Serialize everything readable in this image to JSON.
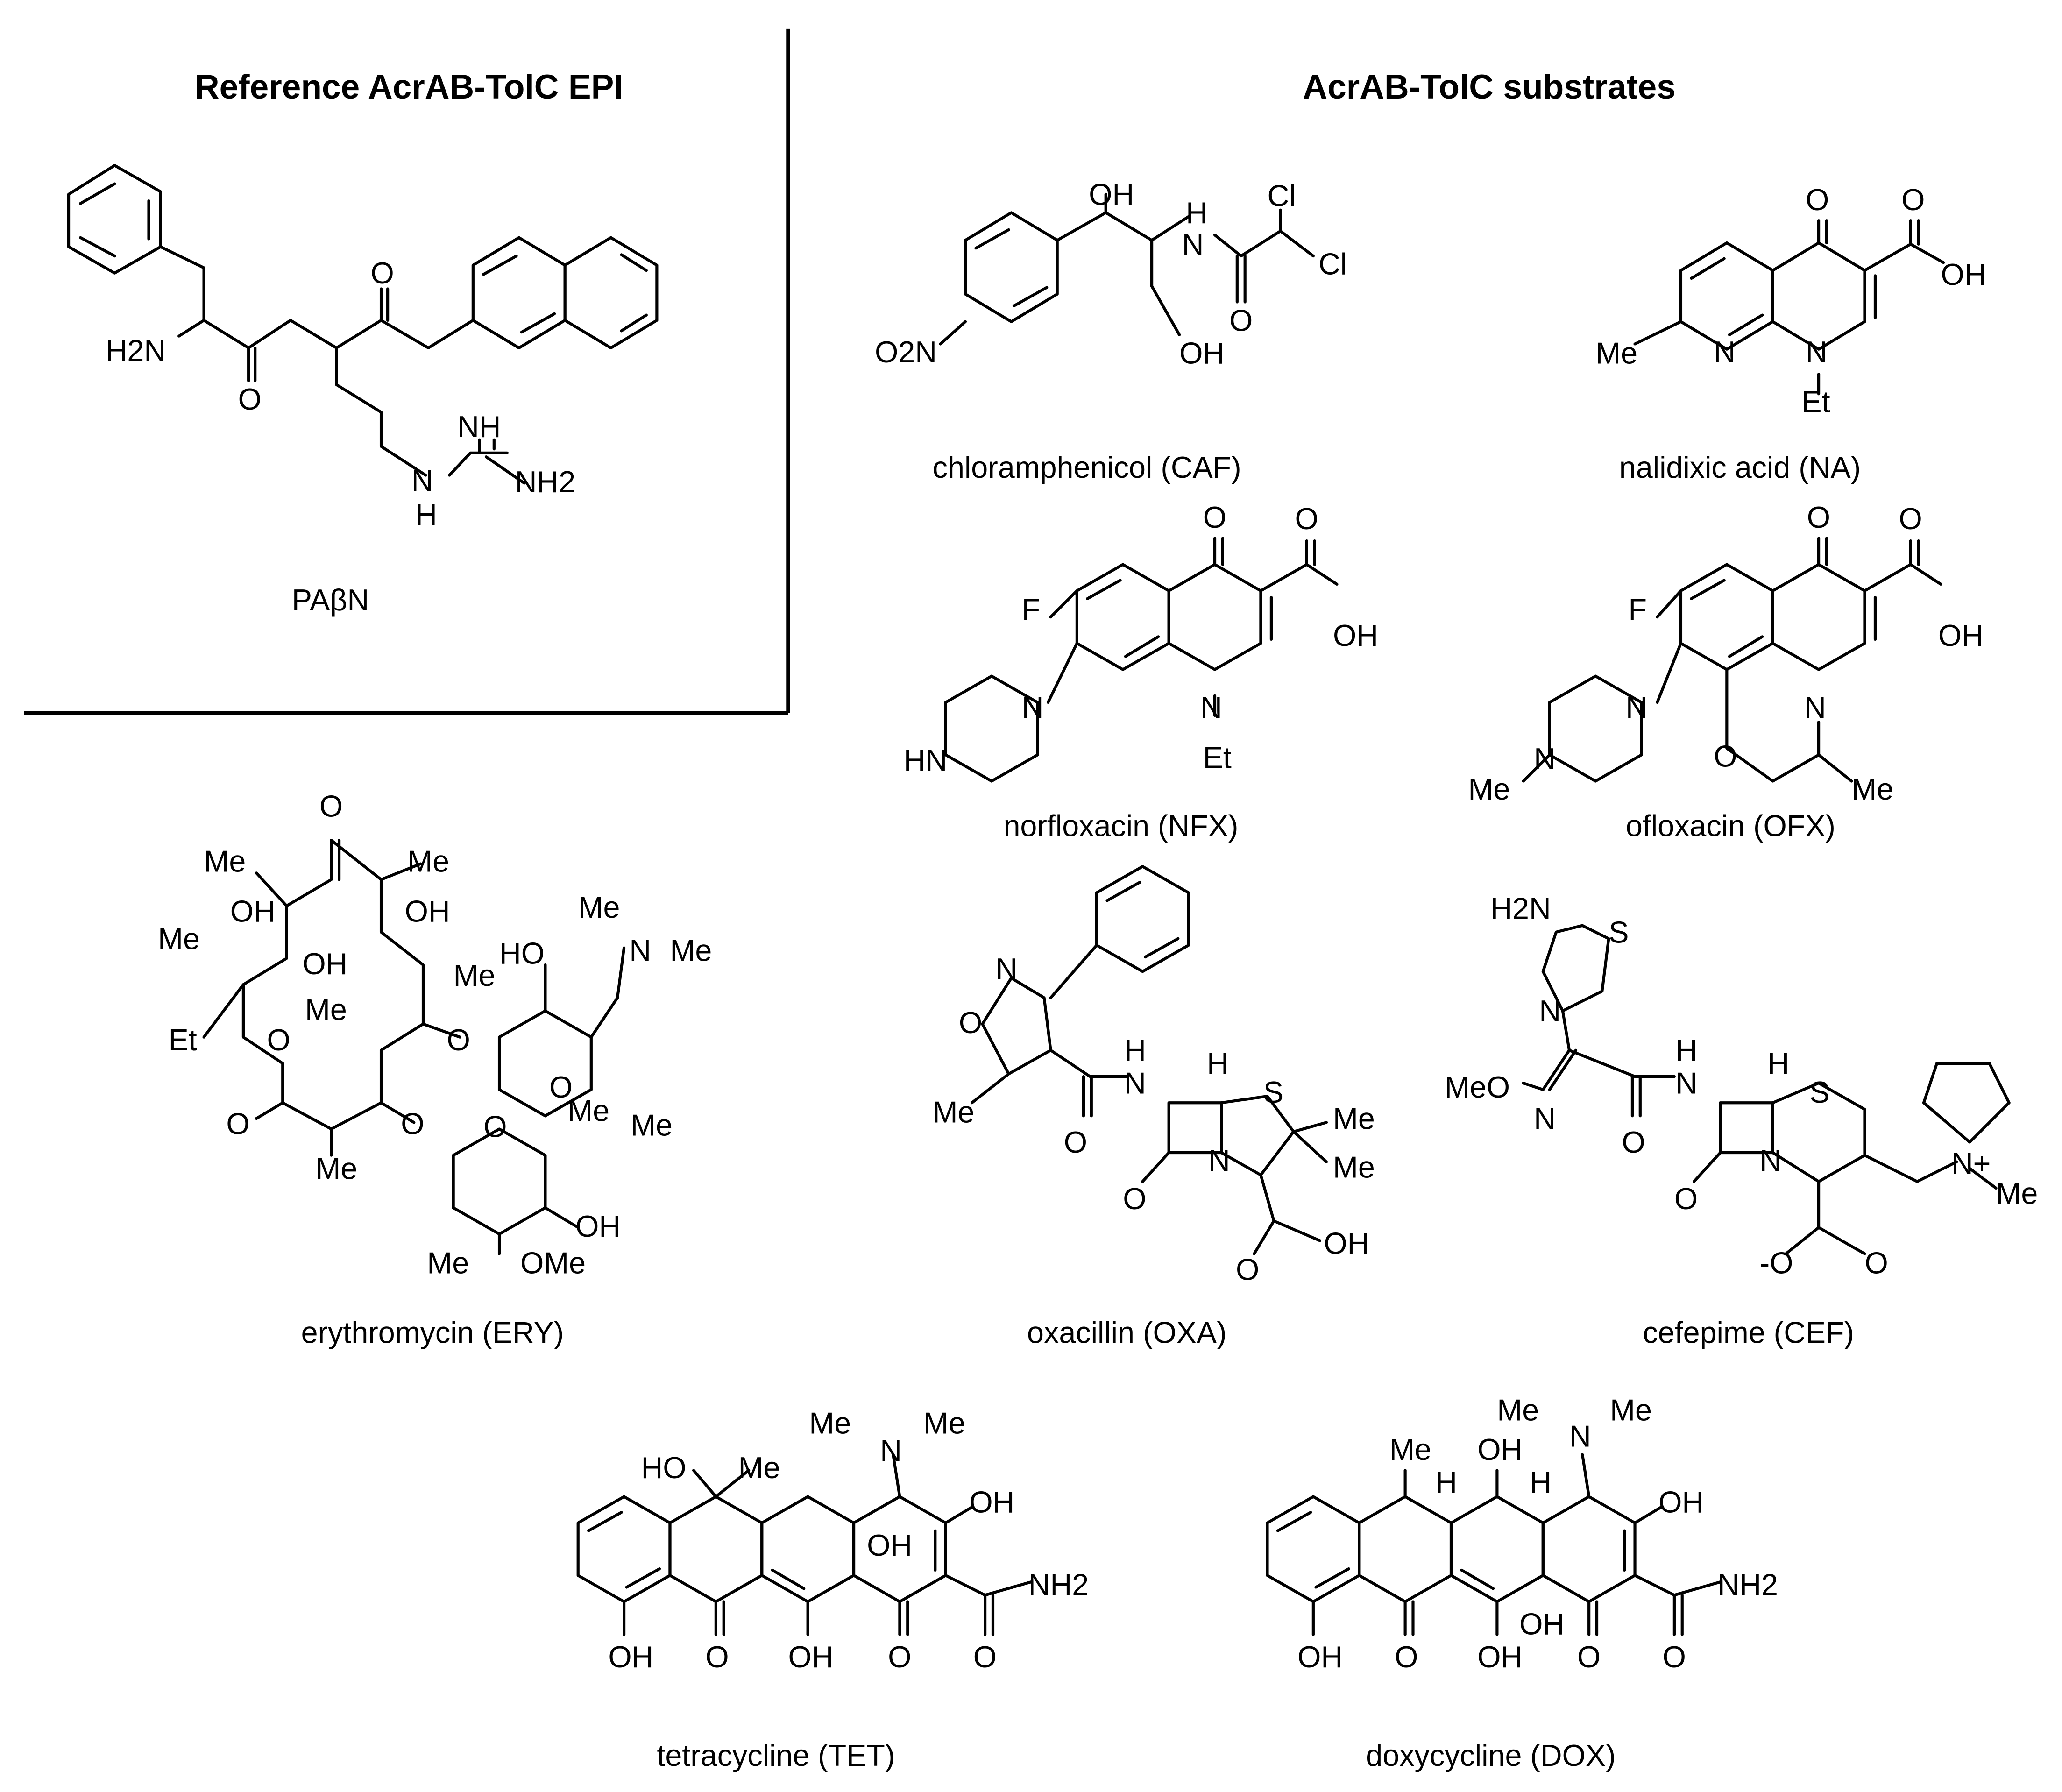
{
  "panels": {
    "reference_heading": "Reference AcrAB-TolC EPI",
    "substrates_heading": "AcrAB-TolC substrates"
  },
  "captions": {
    "pabn": "PAβN",
    "caf": "chloramphenicol (CAF)",
    "na": "nalidixic acid (NA)",
    "nfx": "norfloxacin (NFX)",
    "ofx": "ofloxacin (OFX)",
    "ery": "erythromycin (ERY)",
    "oxa": "oxacillin (OXA)",
    "cef": "cefepime (CEF)",
    "tet": "tetracycline (TET)",
    "dox": "doxycycline (DOX)"
  },
  "atoms": {
    "pabn": [
      "H2N",
      "O",
      "O",
      "NH",
      "N",
      "H",
      "NH2"
    ],
    "caf": [
      "OH",
      "H",
      "N",
      "Cl",
      "Cl",
      "O2N",
      "O",
      "OH"
    ],
    "na": [
      "O",
      "O",
      "OH",
      "Me",
      "N",
      "N",
      "Et"
    ],
    "nfx": [
      "F",
      "O",
      "O",
      "OH",
      "N",
      "HN",
      "N",
      "Et"
    ],
    "ofx": [
      "F",
      "O",
      "O",
      "OH",
      "N",
      "N",
      "Me",
      "O",
      "N",
      "Me"
    ],
    "ery": [
      "O",
      "Me",
      "Me",
      "OH",
      "OH",
      "OH",
      "Me",
      "Me",
      "HO",
      "N",
      "Me",
      "Me",
      "Et",
      "O",
      "Me",
      "O",
      "O",
      "O",
      "O",
      "Me",
      "Me",
      "O",
      "Me",
      "OH",
      "Me",
      "OMe"
    ],
    "oxa": [
      "N",
      "O",
      "Me",
      "H",
      "N",
      "H",
      "S",
      "Me",
      "Me",
      "O",
      "N",
      "O",
      "O",
      "OH"
    ],
    "cef": [
      "H2N",
      "S",
      "N",
      "MeO",
      "N",
      "H",
      "N",
      "H",
      "S",
      "N+",
      "Me",
      "O",
      "O",
      "N",
      "-O",
      "O"
    ],
    "tet": [
      "Me",
      "N",
      "Me",
      "HO",
      "Me",
      "OH",
      "OH",
      "NH2",
      "OH",
      "O",
      "OH",
      "O",
      "O"
    ],
    "dox": [
      "Me",
      "N",
      "Me",
      "Me",
      "OH",
      "H",
      "H",
      "OH",
      "NH2",
      "OH",
      "OH",
      "O",
      "OH",
      "O",
      "O"
    ]
  }
}
